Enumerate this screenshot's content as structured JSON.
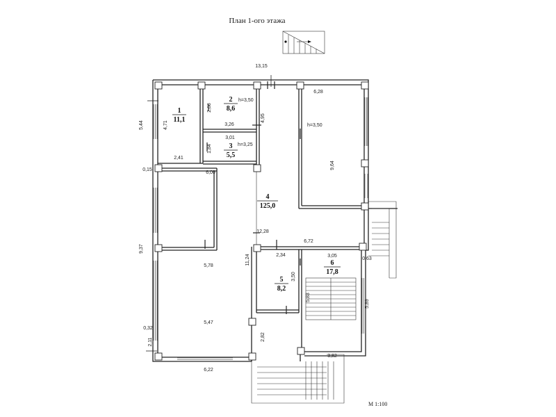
{
  "title": "План 1-ого этажа",
  "scale": "М 1:100",
  "rooms": [
    {
      "num": "1",
      "area": "11,1"
    },
    {
      "num": "2",
      "area": "8,6"
    },
    {
      "num": "3",
      "area": "5,5"
    },
    {
      "num": "4",
      "area": "125,0"
    },
    {
      "num": "5",
      "area": "8,2"
    },
    {
      "num": "6",
      "area": "17,8"
    }
  ],
  "heights": [
    "h=3,50",
    "h=3,25",
    "h=3,50"
  ],
  "dims": [
    "13,15",
    "6,28",
    "5,44",
    "4,71",
    "2,68",
    "3,26",
    "4,95",
    "3,01",
    "1,84",
    "2,41",
    "0,15",
    "6,00",
    "9,64",
    "12,28",
    "9,37",
    "6,72",
    "2,34",
    "3,05",
    "0,63",
    "5,78",
    "11,24",
    "3,50",
    "5,83",
    "5,89",
    "0,32",
    "5,47",
    "2,11",
    "2,82",
    "3,82",
    "6,22"
  ]
}
